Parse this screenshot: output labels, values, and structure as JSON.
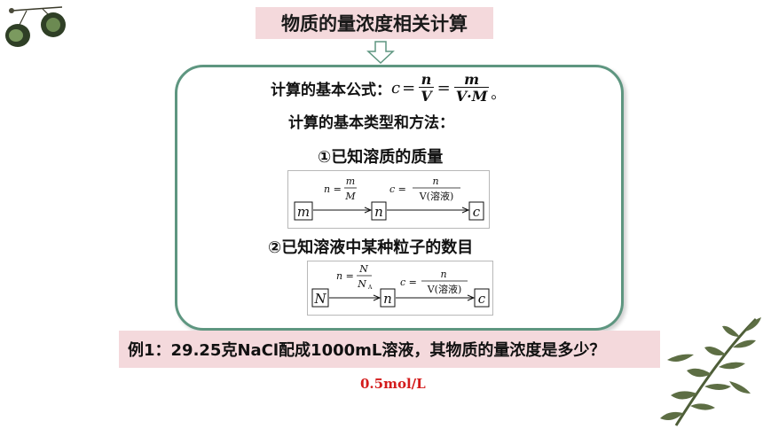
{
  "title": "物质的量浓度相关计算",
  "formula": {
    "label": "计算的基本公式：",
    "c": "c",
    "eq": "=",
    "frac1_num": "n",
    "frac1_den": "V",
    "frac2_num": "m",
    "frac2_den": "V·M",
    "end": "。"
  },
  "types_label": "计算的基本类型和方法：",
  "case1": {
    "title": "①已知溶质的质量",
    "box1": "m",
    "box2": "n",
    "box3": "c",
    "arrow1_lhs": "n =",
    "arrow1_num": "m",
    "arrow1_den": "M",
    "arrow2_lhs": "c =",
    "arrow2_num": "n",
    "arrow2_den": "V(溶液)"
  },
  "case2": {
    "title": "②已知溶液中某种粒子的数目",
    "box1": "N",
    "box2": "n",
    "box3": "c",
    "arrow1_lhs": "n =",
    "arrow1_num": "N",
    "arrow1_den": "N",
    "arrow1_den_sub": "A",
    "arrow2_lhs": "c =",
    "arrow2_num": "n",
    "arrow2_den": "V(溶液)"
  },
  "example": "例1：29.25克NaCl配成1000mL溶液，其物质的量浓度是多少？",
  "answer": "0.5mol/L",
  "colors": {
    "title_bg": "#f4d9dc",
    "panel_border": "#5e9680",
    "answer": "#d41c1c"
  }
}
